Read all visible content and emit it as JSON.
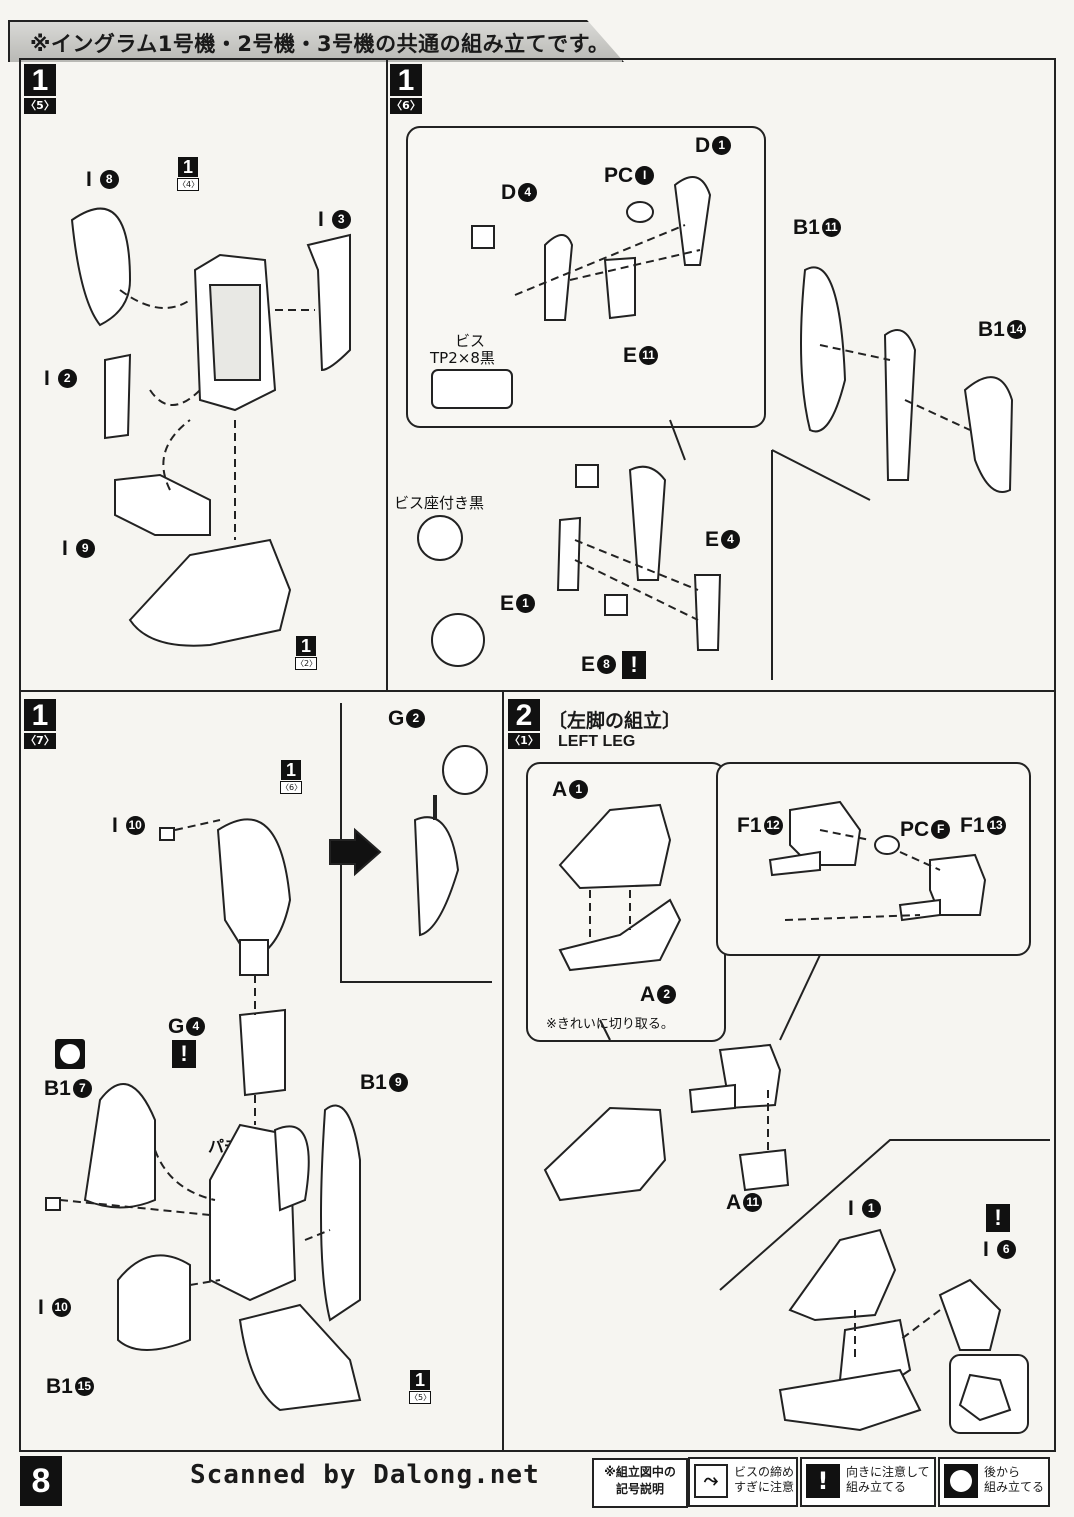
{
  "header": {
    "title": "※イングラム1号機・2号機・3号機の共通の組み立てです。"
  },
  "panels": {
    "p1": {
      "step": "1",
      "sub": "〈5〉",
      "labels": {
        "i8": "I",
        "i8n": "8",
        "i3": "I",
        "i3n": "3",
        "i2": "I",
        "i2n": "2",
        "i9": "I",
        "i9n": "9"
      },
      "ref_top": {
        "num": "1",
        "sub": "〈4〉"
      },
      "ref_bottom": {
        "num": "1",
        "sub": "〈2〉"
      }
    },
    "p2": {
      "step": "1",
      "sub": "〈6〉",
      "labels": {
        "d1": "D",
        "d1n": "1",
        "pc": "PC",
        "pcn": "I",
        "d4": "D",
        "d4n": "4",
        "e11": "E",
        "e11n": "11",
        "screw_title": "ビス",
        "screw_spec": "TP2×8黒",
        "seat_screw": "ビス座付き黒",
        "e4": "E",
        "e4n": "4",
        "e1": "E",
        "e1n": "1",
        "e8": "E",
        "e8n": "8",
        "b11": "B1",
        "b11n": "11",
        "b14": "B1",
        "b14n": "14"
      }
    },
    "p3": {
      "step": "1",
      "sub": "〈7〉",
      "labels": {
        "g2": "G",
        "g2n": "2",
        "i10a": "I",
        "i10an": "10",
        "g4": "G",
        "g4n": "4",
        "b17": "B1",
        "b17n": "7",
        "b19": "B1",
        "b19n": "9",
        "i10b": "I",
        "i10bn": "10",
        "b115": "B1",
        "b115n": "15",
        "pachi": "パチ"
      },
      "ref_top": {
        "num": "1",
        "sub": "〈6〉"
      },
      "ref_bottom": {
        "num": "1",
        "sub": "〈5〉"
      }
    },
    "p4": {
      "step": "2",
      "sub": "〈1〉",
      "title_jp": "〔左脚の組立〕",
      "title_en": "LEFT LEG",
      "labels": {
        "a1": "A",
        "a1n": "1",
        "a2": "A",
        "a2n": "2",
        "note": "※きれいに切り取る。",
        "f12": "F1",
        "f12n": "12",
        "pcf": "PC",
        "pcfn": "F",
        "f13": "F1",
        "f13n": "13",
        "a11": "A",
        "a11n": "11",
        "i1": "I",
        "i1n": "1",
        "i6": "I",
        "i6n": "6"
      }
    }
  },
  "footer": {
    "page_number": "8",
    "scan_credit": "Scanned by Dalong.net",
    "legend_title_line1": "※組立図中の",
    "legend_title_line2": "記号説明",
    "legend": [
      {
        "icon": "screw-caution-icon",
        "line1": "ビスの締め",
        "line2": "すぎに注意"
      },
      {
        "icon": "exclamation-icon",
        "line1": "向きに注意して",
        "line2": "組み立てる"
      },
      {
        "icon": "assemble-later-icon",
        "line1": "後から",
        "line2": "組み立てる"
      }
    ]
  },
  "colors": {
    "ink": "#1a1a1a",
    "paper": "#f6f5f1",
    "header_gray": "#c8c8c4"
  }
}
